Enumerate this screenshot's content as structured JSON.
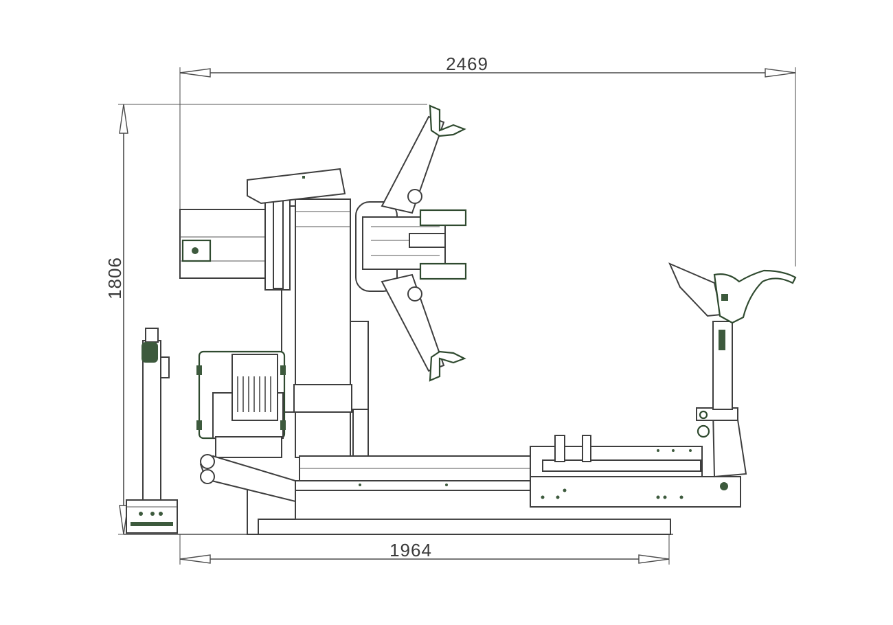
{
  "dimensions": {
    "overall_width": "2469",
    "overall_height": "1806",
    "base_length": "1964"
  },
  "colors": {
    "line": "#4a4a4a",
    "accent_green": "#3d5a3d",
    "background": "#ffffff"
  }
}
